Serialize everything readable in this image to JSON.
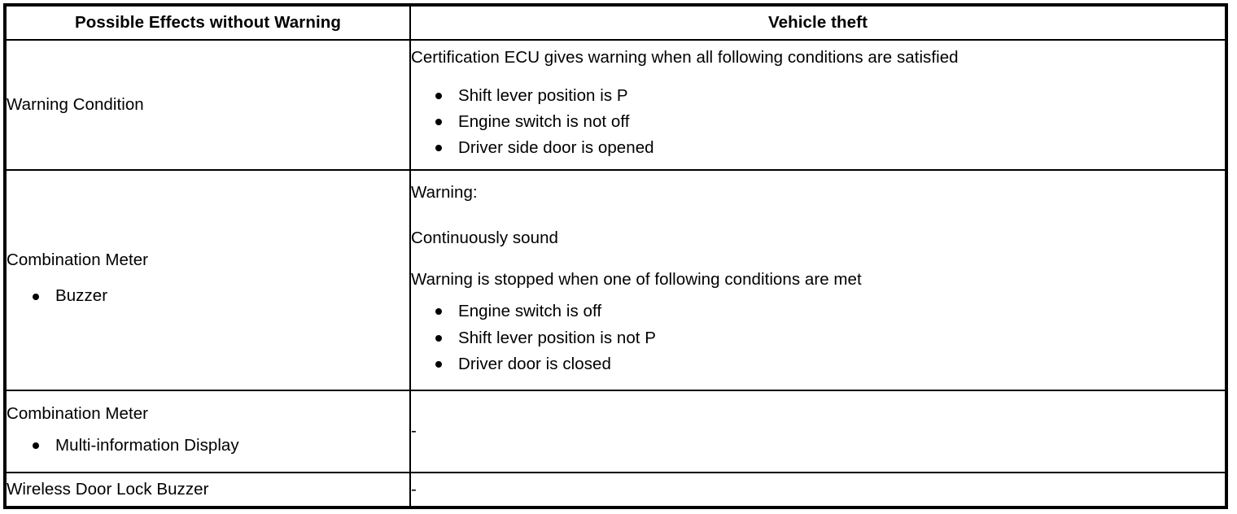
{
  "table": {
    "headers": {
      "left": "Possible Effects without Warning",
      "right": "Vehicle theft"
    },
    "rows": [
      {
        "id": "warning-condition",
        "left": {
          "title": "Warning Condition",
          "bullets": []
        },
        "right": {
          "intro": "Certification ECU gives warning when all following conditions are satisfied",
          "bullets": [
            "Shift lever position is P",
            "Engine switch is not off",
            "Driver side door is opened"
          ]
        }
      },
      {
        "id": "combination-meter-buzzer",
        "left": {
          "title": "Combination Meter",
          "bullets": [
            "Buzzer"
          ]
        },
        "right": {
          "label": "Warning:",
          "statement": "Continuously sound",
          "stop_intro": "Warning is stopped when one of following conditions are met",
          "bullets": [
            "Engine switch is off",
            "Shift lever position is not P",
            "Driver door is closed"
          ]
        }
      },
      {
        "id": "combination-meter-mid",
        "left": {
          "title": "Combination Meter",
          "bullets": [
            "Multi-information Display"
          ]
        },
        "right": {
          "value": "-"
        }
      },
      {
        "id": "wireless-door-lock-buzzer",
        "left": {
          "title": "Wireless Door Lock Buzzer",
          "bullets": []
        },
        "right": {
          "value": "-"
        }
      }
    ]
  },
  "colors": {
    "border": "#000000",
    "text": "#000000",
    "background": "#ffffff"
  }
}
